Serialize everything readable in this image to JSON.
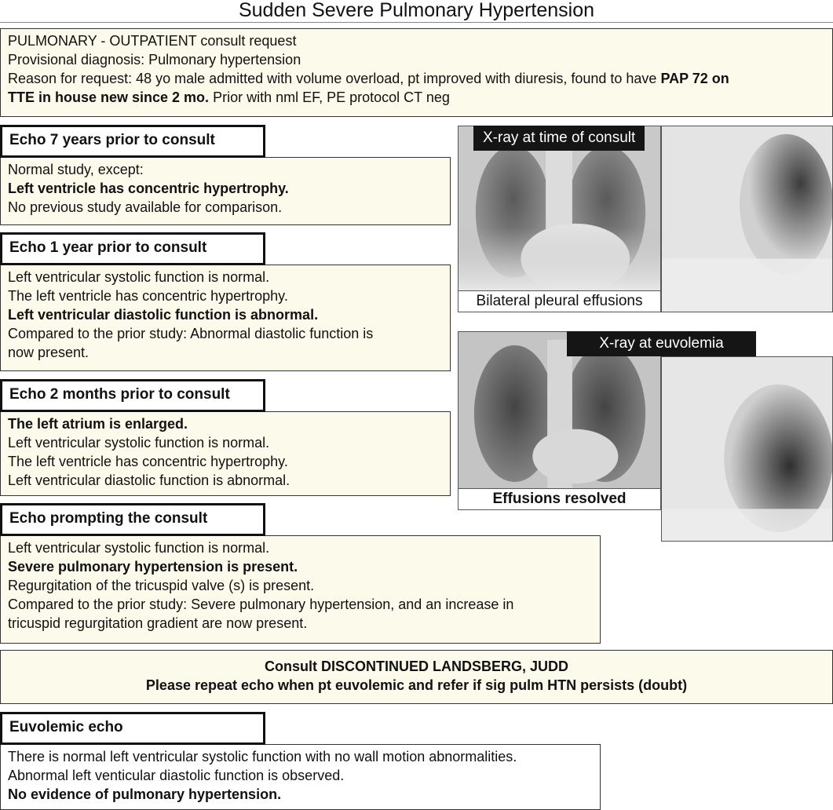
{
  "title": "Sudden Severe Pulmonary Hypertension",
  "consult": {
    "line1": "PULMONARY - OUTPATIENT consult request",
    "line2": "Provisional diagnosis: Pulmonary hypertension",
    "line3_plain": "Reason for request: 48 yo male admitted with volume overload, pt improved with diuresis, found to have ",
    "line3_bold": "PAP 72 on",
    "line4_bold": "TTE in house new since 2 mo.",
    "line4_plain": " Prior with nml EF, PE protocol CT neg"
  },
  "echo7": {
    "header": "Echo 7 years prior to consult",
    "line1": "Normal study, except:",
    "line2": "Left ventricle has concentric hypertrophy.",
    "line3": "No previous study available for comparison."
  },
  "echo1": {
    "header": "Echo 1 year prior to consult",
    "line1": "Left ventricular systolic function is normal.",
    "line2": "The left ventricle has concentric hypertrophy.",
    "line3": "Left ventricular diastolic function is abnormal.",
    "line4": "Compared to the prior study: Abnormal diastolic function is",
    "line5": "now present."
  },
  "echo2m": {
    "header": "Echo 2 months prior to consult",
    "line1": "The left atrium is enlarged.",
    "line2": "Left ventricular systolic function is normal.",
    "line3": "The left ventricle has concentric hypertrophy.",
    "line4": "Left ventricular diastolic function is abnormal."
  },
  "echoPrompt": {
    "header": "Echo prompting the consult",
    "line1": "Left ventricular systolic function is normal.",
    "line2": "Severe pulmonary hypertension is present.",
    "line3": "Regurgitation of the tricuspid valve (s) is present.",
    "line4": "Compared to the prior study: Severe pulmonary hypertension, and an increase in",
    "line5": "tricuspid regurgitation gradient are now present."
  },
  "discontinued": {
    "line1": "Consult DISCONTINUED LANDSBERG, JUDD",
    "line2": "Please repeat echo when pt euvolemic and refer if sig pulm HTN persists (doubt)"
  },
  "euvolemic": {
    "header": "Euvolemic echo",
    "line1": "There is normal left ventricular systolic function with no wall motion abnormalities.",
    "line2": "Abnormal left venticular diastolic function is observed.",
    "line3": "No evidence of pulmonary hypertension."
  },
  "xray": {
    "consult_label": "X-ray at time of consult",
    "consult_caption": "Bilateral pleural effusions",
    "euvolemia_label": "X-ray at euvolemia",
    "euvolemia_caption": "Effusions resolved"
  }
}
